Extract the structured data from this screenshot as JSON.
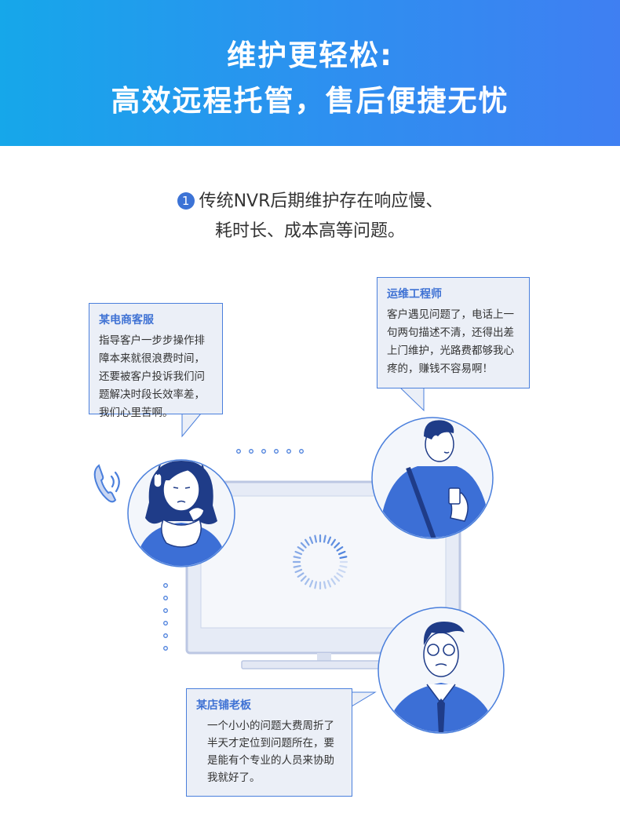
{
  "header": {
    "title_line1": "维护更轻松:",
    "title_line2": "高效远程托管，售后便捷无忧"
  },
  "intro": {
    "number": "1",
    "line1": "传统NVR后期维护存在响应慢、",
    "line2": "耗时长、成本高等问题。"
  },
  "bubbles": {
    "customer_service": {
      "title": "某电商客服",
      "body": "指导客户一步步操作排障本来就很浪费时间，还要被客户投诉我们问题解决时段长效率差，我们心里苦啊。"
    },
    "engineer": {
      "title": "运维工程师",
      "body": "客户遇见问题了，电话上一句两句描述不清，还得出差上门维护，光路费都够我心疼的，赚钱不容易啊！"
    },
    "shop_owner": {
      "title": "某店铺老板",
      "body": "一个小小的问题大费周折了半天才定位到问题所在，要是能有个专业的人员来协助我就好了。"
    }
  },
  "icons": [
    "phone-icon",
    "loading-spinner-icon",
    "monitor-icon"
  ],
  "colors": {
    "accent": "#3c73d6",
    "banner_start": "#16a7ea",
    "banner_end": "#3f7ff2",
    "bubble_bg": "#ebeff7"
  }
}
